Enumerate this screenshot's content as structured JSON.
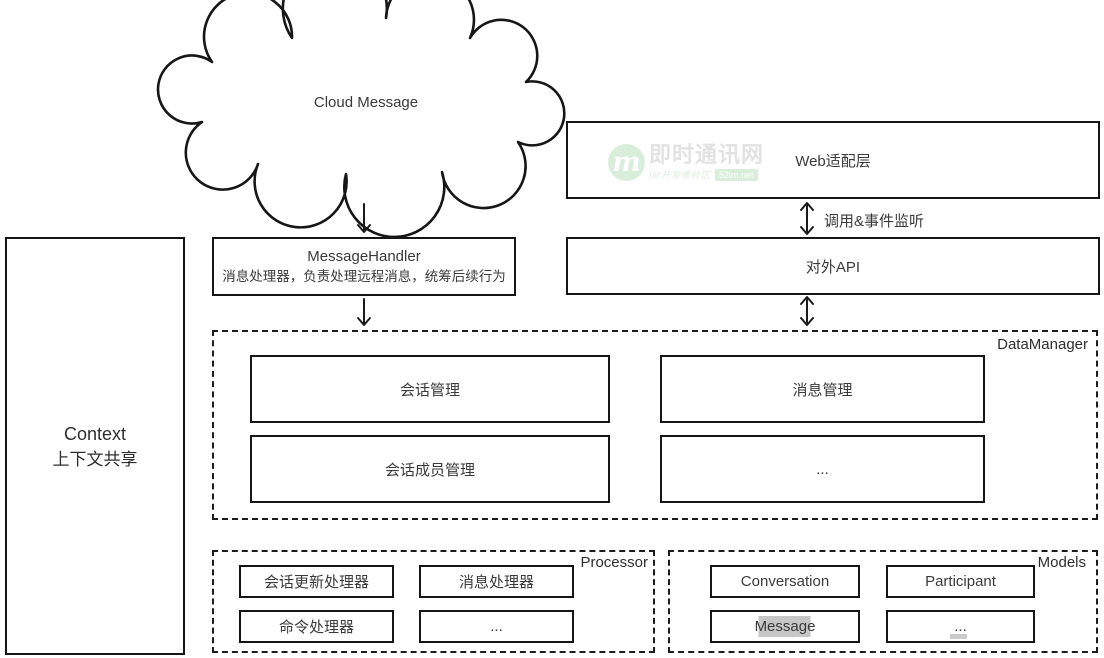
{
  "colors": {
    "line": "#161616",
    "text": "#3a3a3a",
    "watermark_green": "#3fae49",
    "selection_gray": "#c6c6c6"
  },
  "cloud": {
    "label": "Cloud Message"
  },
  "web_adapter": {
    "label": "Web适配层"
  },
  "api_box": {
    "label": "对外API"
  },
  "link_label": "调用&事件监听",
  "message_handler": {
    "title": "MessageHandler",
    "subtitle": "消息处理器，负责处理远程消息，统筹后续行为"
  },
  "context": {
    "title": "Context",
    "subtitle": "上下文共享"
  },
  "data_manager": {
    "label": "DataManager",
    "cells": [
      "会话管理",
      "消息管理",
      "会话成员管理",
      "..."
    ]
  },
  "processor": {
    "label": "Processor",
    "cells": [
      "会话更新处理器",
      "消息处理器",
      "命令处理器",
      "..."
    ]
  },
  "models": {
    "label": "Models",
    "cells": [
      "Conversation",
      "Participant",
      "Message",
      "..."
    ]
  },
  "watermark": {
    "logo_letter": "m",
    "title": "即时通讯网",
    "subtitle": "IM开发者社区",
    "badge": "52im.net"
  }
}
